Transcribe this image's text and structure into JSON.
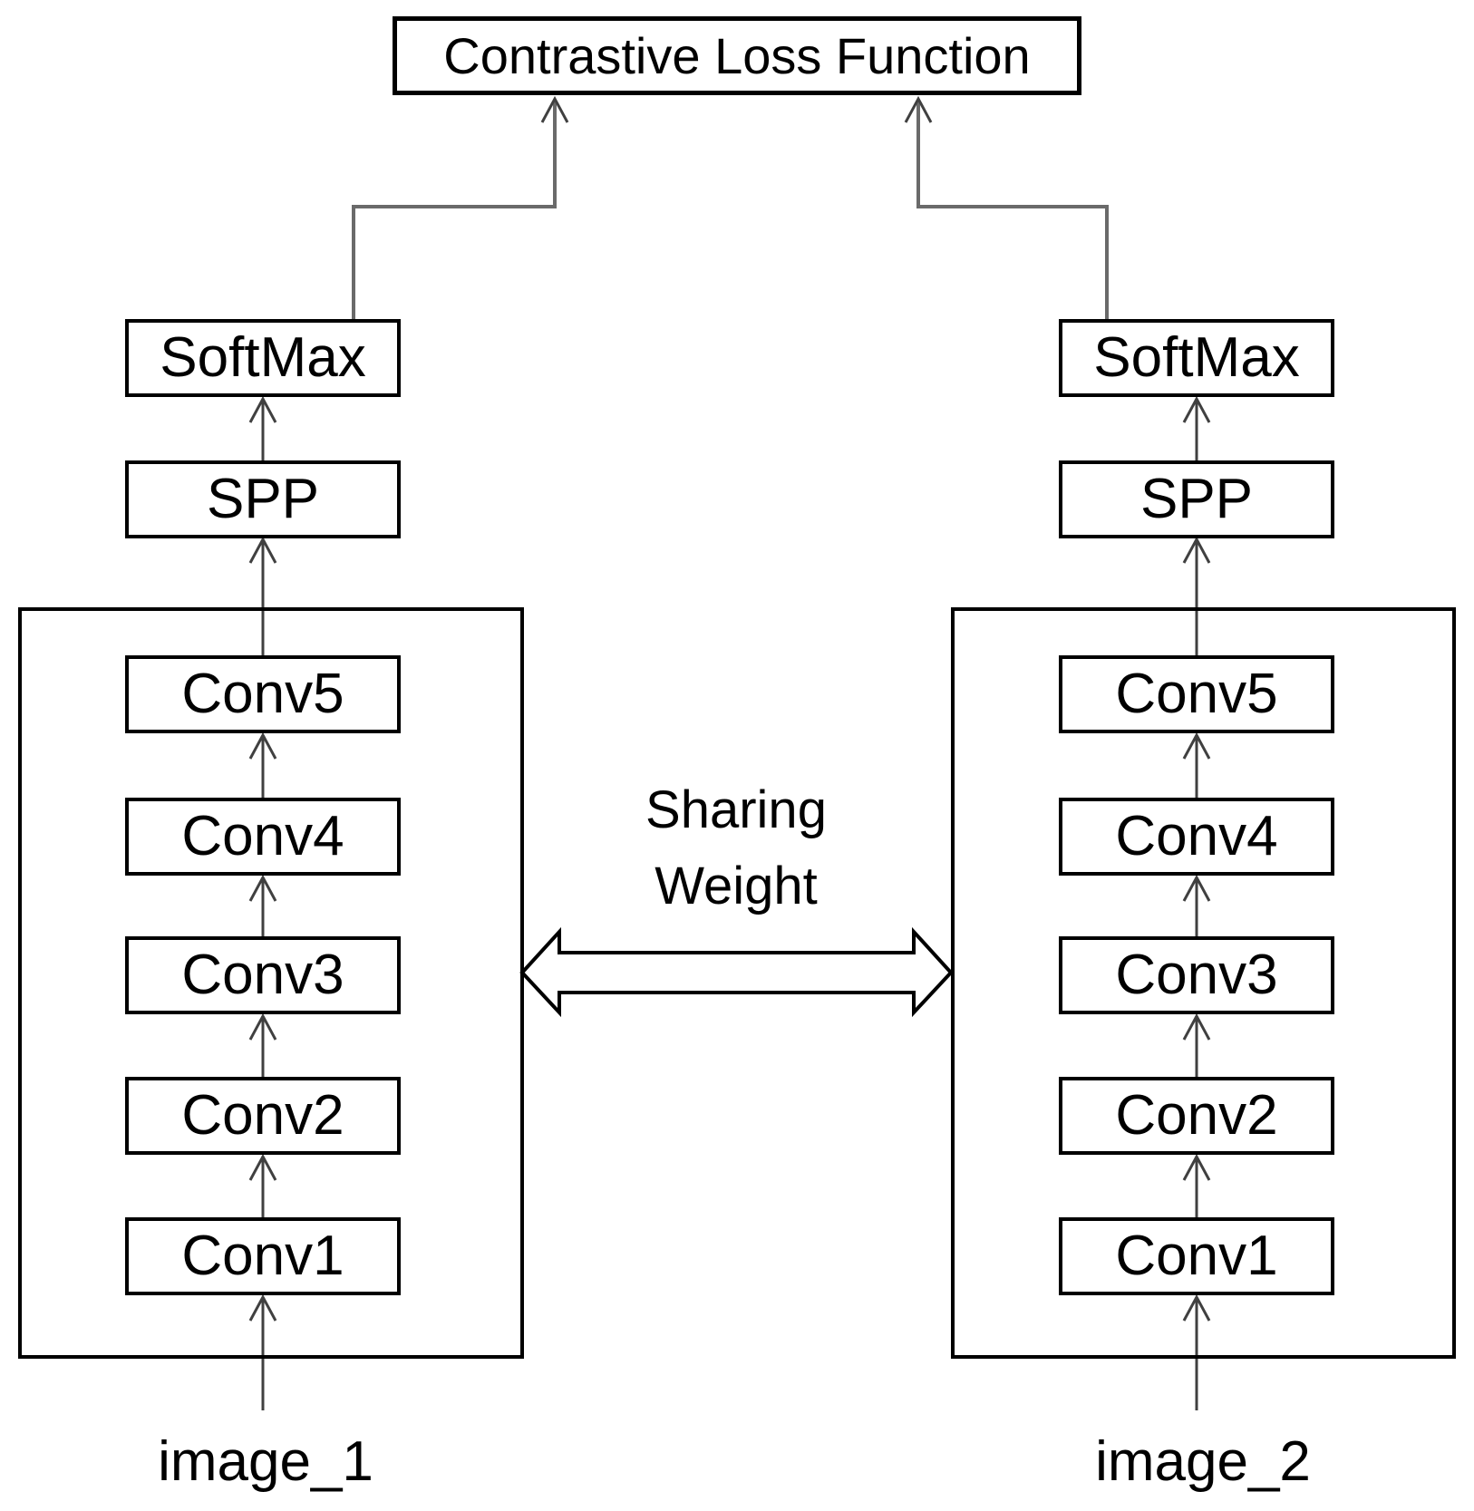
{
  "diagram": {
    "loss_box_label": "Contrastive Loss Function",
    "sharing_label": {
      "line1": "Sharing",
      "line2": "Weight"
    },
    "branches": [
      {
        "name": "left",
        "softmax_label": "SoftMax",
        "spp_label": "SPP",
        "conv_layers": [
          "Conv5",
          "Conv4",
          "Conv3",
          "Conv2",
          "Conv1"
        ],
        "input_label": "image_1"
      },
      {
        "name": "right",
        "softmax_label": "SoftMax",
        "spp_label": "SPP",
        "conv_layers": [
          "Conv5",
          "Conv4",
          "Conv3",
          "Conv2",
          "Conv1"
        ],
        "input_label": "image_2"
      }
    ],
    "colors": {
      "background": "#ffffff",
      "border": "#000000",
      "text": "#000000",
      "arrow": "#404040",
      "connector": "#6a6a6a"
    }
  }
}
